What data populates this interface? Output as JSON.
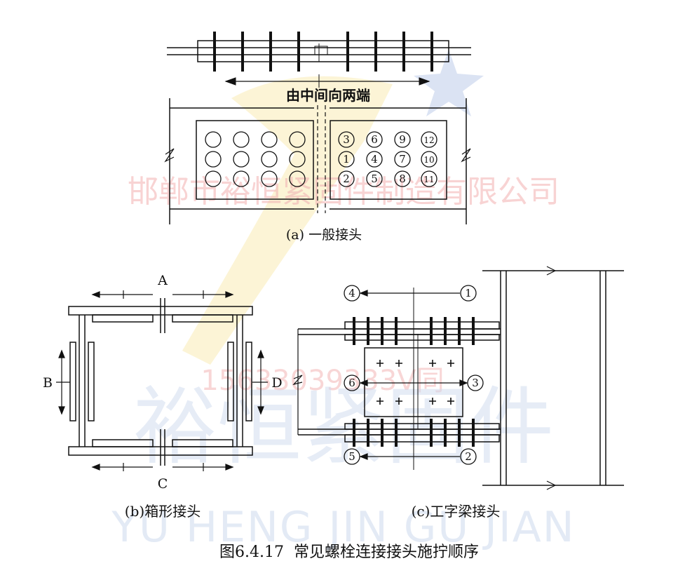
{
  "diagram_a": {
    "arrow_text": "由中间向两端",
    "caption": "(a) 一般接头",
    "bolt_numbers": [
      [
        "3",
        "6",
        "9",
        "12"
      ],
      [
        "1",
        "4",
        "7",
        "10"
      ],
      [
        "2",
        "5",
        "8",
        "11"
      ]
    ]
  },
  "diagram_b": {
    "caption": "(b)箱形接头",
    "label_a": "A",
    "label_b": "B",
    "label_c": "C",
    "label_d": "D"
  },
  "diagram_c": {
    "caption": "(c)工字梁接头",
    "top_left": "4",
    "top_right": "1",
    "mid_left": "6",
    "mid_right": "3",
    "bot_left": "5",
    "bot_right": "2"
  },
  "figure_caption": "图6.4.17  常见螺栓连接接头施拧顺序",
  "watermark": {
    "company": "邯郸市裕恒紧固件制造有限公司",
    "phone": "15633039333V同",
    "brand_cn": "裕恒紧固件",
    "brand_en": "YU HENG JIN GU JIAN"
  },
  "colors": {
    "ink": "#111111",
    "watermark_red": "#f0a8a8",
    "watermark_blue": "#c9d6ec",
    "watermark_yellow": "#f7e7a6"
  }
}
